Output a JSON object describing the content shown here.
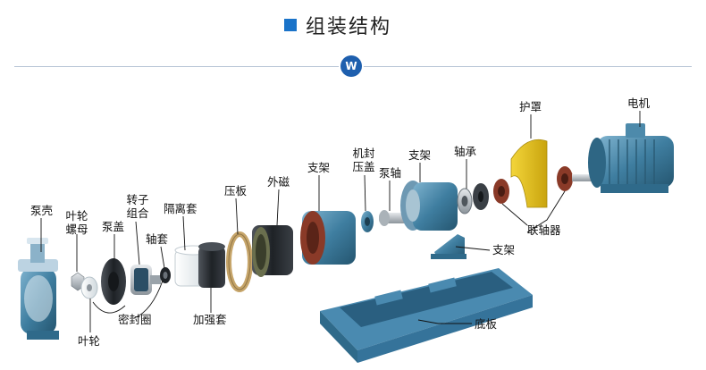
{
  "header": {
    "title": "组装结构",
    "logo_text": "W"
  },
  "parts": {
    "pump_casing": "泵壳",
    "impeller_nut": "叶轮螺母",
    "impeller": "叶轮",
    "pump_cover": "泵盖",
    "seal_ring": "密封圈",
    "rotor_assembly": "转子组合",
    "shaft_sleeve": "轴套",
    "isolation_sleeve": "隔离套",
    "reinforcing_sleeve": "加强套",
    "pressure_plate": "压板",
    "outer_magnet": "外磁",
    "bracket_top": "支架",
    "seal_gland": "机封压盖",
    "pump_shaft": "泵轴",
    "bracket_main": "支架",
    "bearing": "轴承",
    "guard": "护罩",
    "motor": "电机",
    "coupling": "联轴器",
    "foot_bracket": "支架",
    "base_plate": "底板"
  },
  "colors": {
    "accent": "#1a73c9",
    "pump_blue": "#3f7ea0",
    "guard_yellow": "#e8c31a",
    "ptfe_white": "#eef2f4",
    "dark_part": "#2b2e33",
    "copper": "#8a3a28"
  }
}
